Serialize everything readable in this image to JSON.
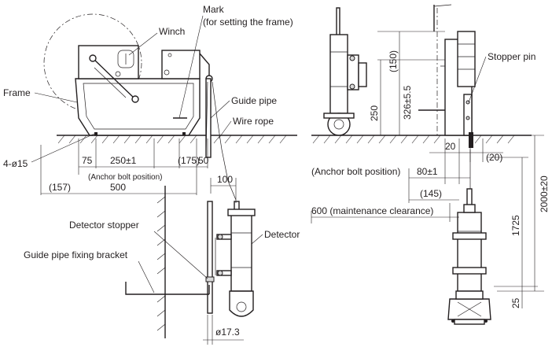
{
  "labels": {
    "mark": "Mark",
    "mark_sub": "(for setting the frame)",
    "winch": "Winch",
    "frame": "Frame",
    "guide_pipe": "Guide pipe",
    "wire_rope": "Wire rope",
    "stopper_pin": "Stopper pin",
    "detector": "Detector",
    "detector_stopper": "Detector stopper",
    "guide_pipe_bracket": "Guide pipe fixing bracket"
  },
  "dimensions": {
    "hole": "4-ø15",
    "d75": "75",
    "d250": "250±1",
    "d175": "(175)",
    "d50": "50",
    "anchor_left": "(Anchor bolt position)",
    "d157": "(157)",
    "d500": "500",
    "d100": "100",
    "d17_3": "ø17.3",
    "d150": "(150)",
    "d250v": "250",
    "d326": "326±5.5",
    "d20a": "20",
    "d20b": "(20)",
    "anchor_right": "(Anchor bolt position)",
    "d80": "80±1",
    "d145": "(145)",
    "d600": "600 (maintenance clearance)",
    "d2000": "2000±20",
    "d1725": "1725",
    "d25": "25"
  }
}
